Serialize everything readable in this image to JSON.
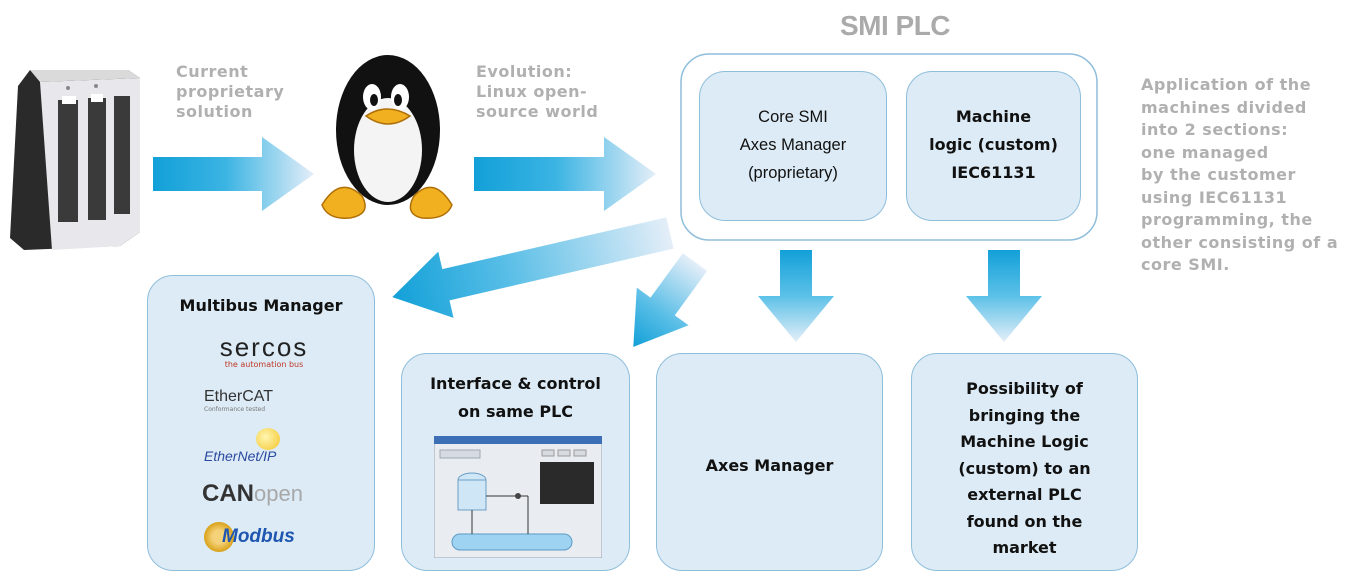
{
  "colors": {
    "box_fill": "#dcebf5",
    "box_border": "#8fbedb",
    "arrow_blue": "#1aa6dc",
    "arrow_pale": "#dbe9f5",
    "grey_text": "#b0b0b0"
  },
  "title": "SMI PLC",
  "captions": {
    "current": "Current\nproprietary\nsolution",
    "evolution": "Evolution:\nLinux open-\nsource world",
    "application": "Application of the\nmachines divided\ninto 2 sections:\none managed\nby the customer\nusing IEC61131\nprogramming, the\nother consisting of a\ncore SMI."
  },
  "plc": {
    "core": "Core SMI\nAxes Manager\n(proprietary)",
    "machine": "Machine\nlogic (custom)\nIEC61131"
  },
  "multibus": {
    "title": "Multibus Manager",
    "logos": {
      "sercos": "sercos",
      "sercos_tag": "the automation bus",
      "ethercat": "EtherCAT",
      "ethercat_tag": "Conformance tested",
      "ethernetip": "EtherNet/IP",
      "canopen_can": "CAN",
      "canopen_open": "open",
      "modbus": "Modbus"
    }
  },
  "interface": {
    "title": "Interface & control\non same PLC"
  },
  "axes": {
    "title": "Axes Manager"
  },
  "possibility": {
    "text": "Possibility of\nbringing the\nMachine Logic\n(custom) to an\nexternal PLC\nfound on the\nmarket"
  }
}
